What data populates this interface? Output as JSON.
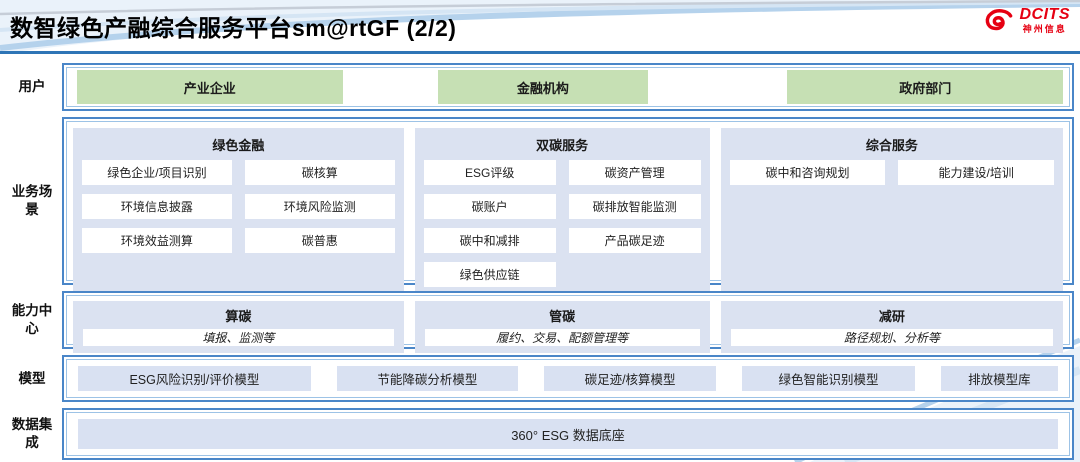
{
  "header": {
    "title": "数智绿色产融综合服务平台sm@rtGF (2/2)",
    "logo": {
      "brand": "DCITS",
      "company": "神州信息"
    }
  },
  "rows": {
    "users": {
      "label": "用户",
      "items": [
        "产业企业",
        "金融机构",
        "政府部门"
      ]
    },
    "scenarios": {
      "label": "业务场景",
      "columns": [
        {
          "title": "绿色金融",
          "items": [
            "绿色企业/项目识别",
            "碳核算",
            "环境信息披露",
            "环境风险监测",
            "环境效益测算",
            "碳普惠"
          ]
        },
        {
          "title": "双碳服务",
          "items": [
            "ESG评级",
            "碳资产管理",
            "碳账户",
            "碳排放智能监测",
            "碳中和减排",
            "产品碳足迹",
            "绿色供应链"
          ]
        },
        {
          "title": "综合服务",
          "items": [
            "碳中和咨询规划",
            "能力建设/培训"
          ]
        }
      ]
    },
    "capabilities": {
      "label": "能力中心",
      "columns": [
        {
          "title": "算碳",
          "desc": "填报、监测等"
        },
        {
          "title": "管碳",
          "desc": "履约、交易、配额管理等"
        },
        {
          "title": "减研",
          "desc": "路径规划、分析等"
        }
      ]
    },
    "models": {
      "label": "模型",
      "items": [
        "ESG风险识别/评价模型",
        "节能降碳分析模型",
        "碳足迹/核算模型",
        "绿色智能识别模型",
        "排放模型库"
      ]
    },
    "data_integration": {
      "label": "数据集成",
      "items": [
        "360° ESG 数据底座"
      ]
    }
  },
  "colors": {
    "accent_blue": "#2e75b6",
    "frame_blue": "#4a86c8",
    "panel_blue": "#dbe2f1",
    "chip_blue": "#d9e1f2",
    "user_green": "#c6e0b4",
    "logo_red": "#e60012"
  }
}
